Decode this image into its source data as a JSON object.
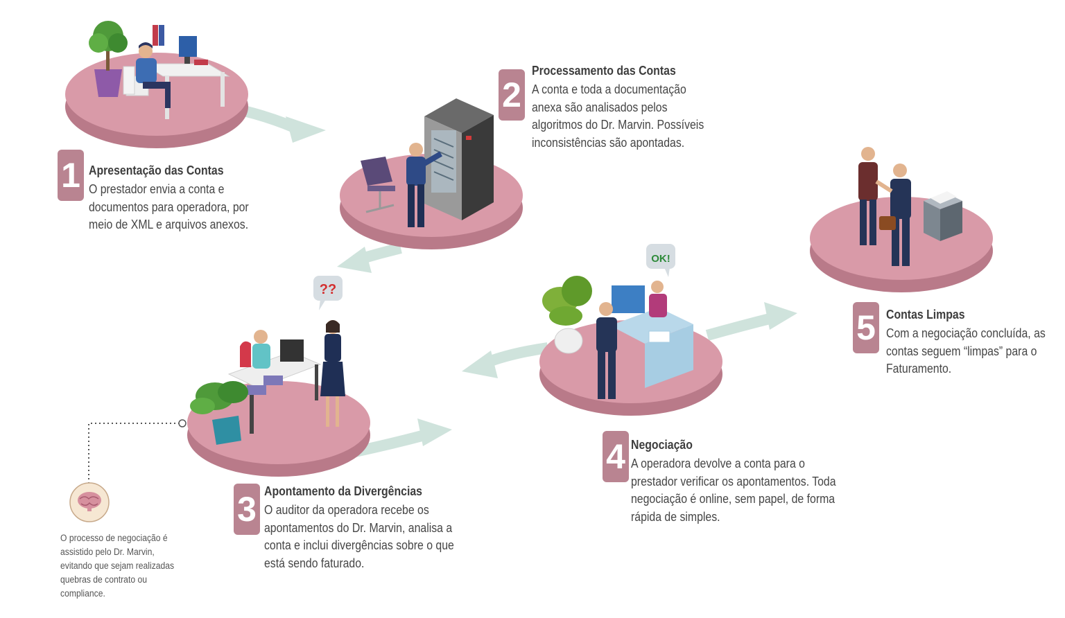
{
  "colors": {
    "platform_top": "#d99aa8",
    "platform_side": "#b97a89",
    "arrow": "#cfe3dc",
    "number_badge": "#b98491",
    "note_circle": "#f6e7d3"
  },
  "steps": [
    {
      "number": "1",
      "title": "Apresentação das Contas",
      "description": "O prestador envia a conta e documentos para operadora, por meio de XML e arquivos anexos."
    },
    {
      "number": "2",
      "title": "Processamento das Contas",
      "description": "A conta e toda a documentação anexa são analisados pelos algoritmos do Dr. Marvin. Possíveis inconsistências são apontadas."
    },
    {
      "number": "3",
      "title": "Apontamento da Divergências",
      "description": "O auditor da operadora recebe os apontamentos do Dr. Marvin, analisa a conta e inclui divergências sobre o que está sendo faturado."
    },
    {
      "number": "4",
      "title": "Negociação",
      "description": "A operadora devolve a conta para o prestador verificar os apontamentos. Toda negociação é online, sem papel, de forma rápida de simples."
    },
    {
      "number": "5",
      "title": "Contas Limpas",
      "description": "Com a negociação concluída, as contas seguem “limpas” para o Faturamento."
    }
  ],
  "bubbles": {
    "question": "??",
    "ok": "OK!"
  },
  "note": {
    "icon": "brain-icon",
    "text": "O processo de negociação é assistido pelo Dr. Marvin, evitando que sejam realizadas quebras de contrato ou compliance."
  }
}
